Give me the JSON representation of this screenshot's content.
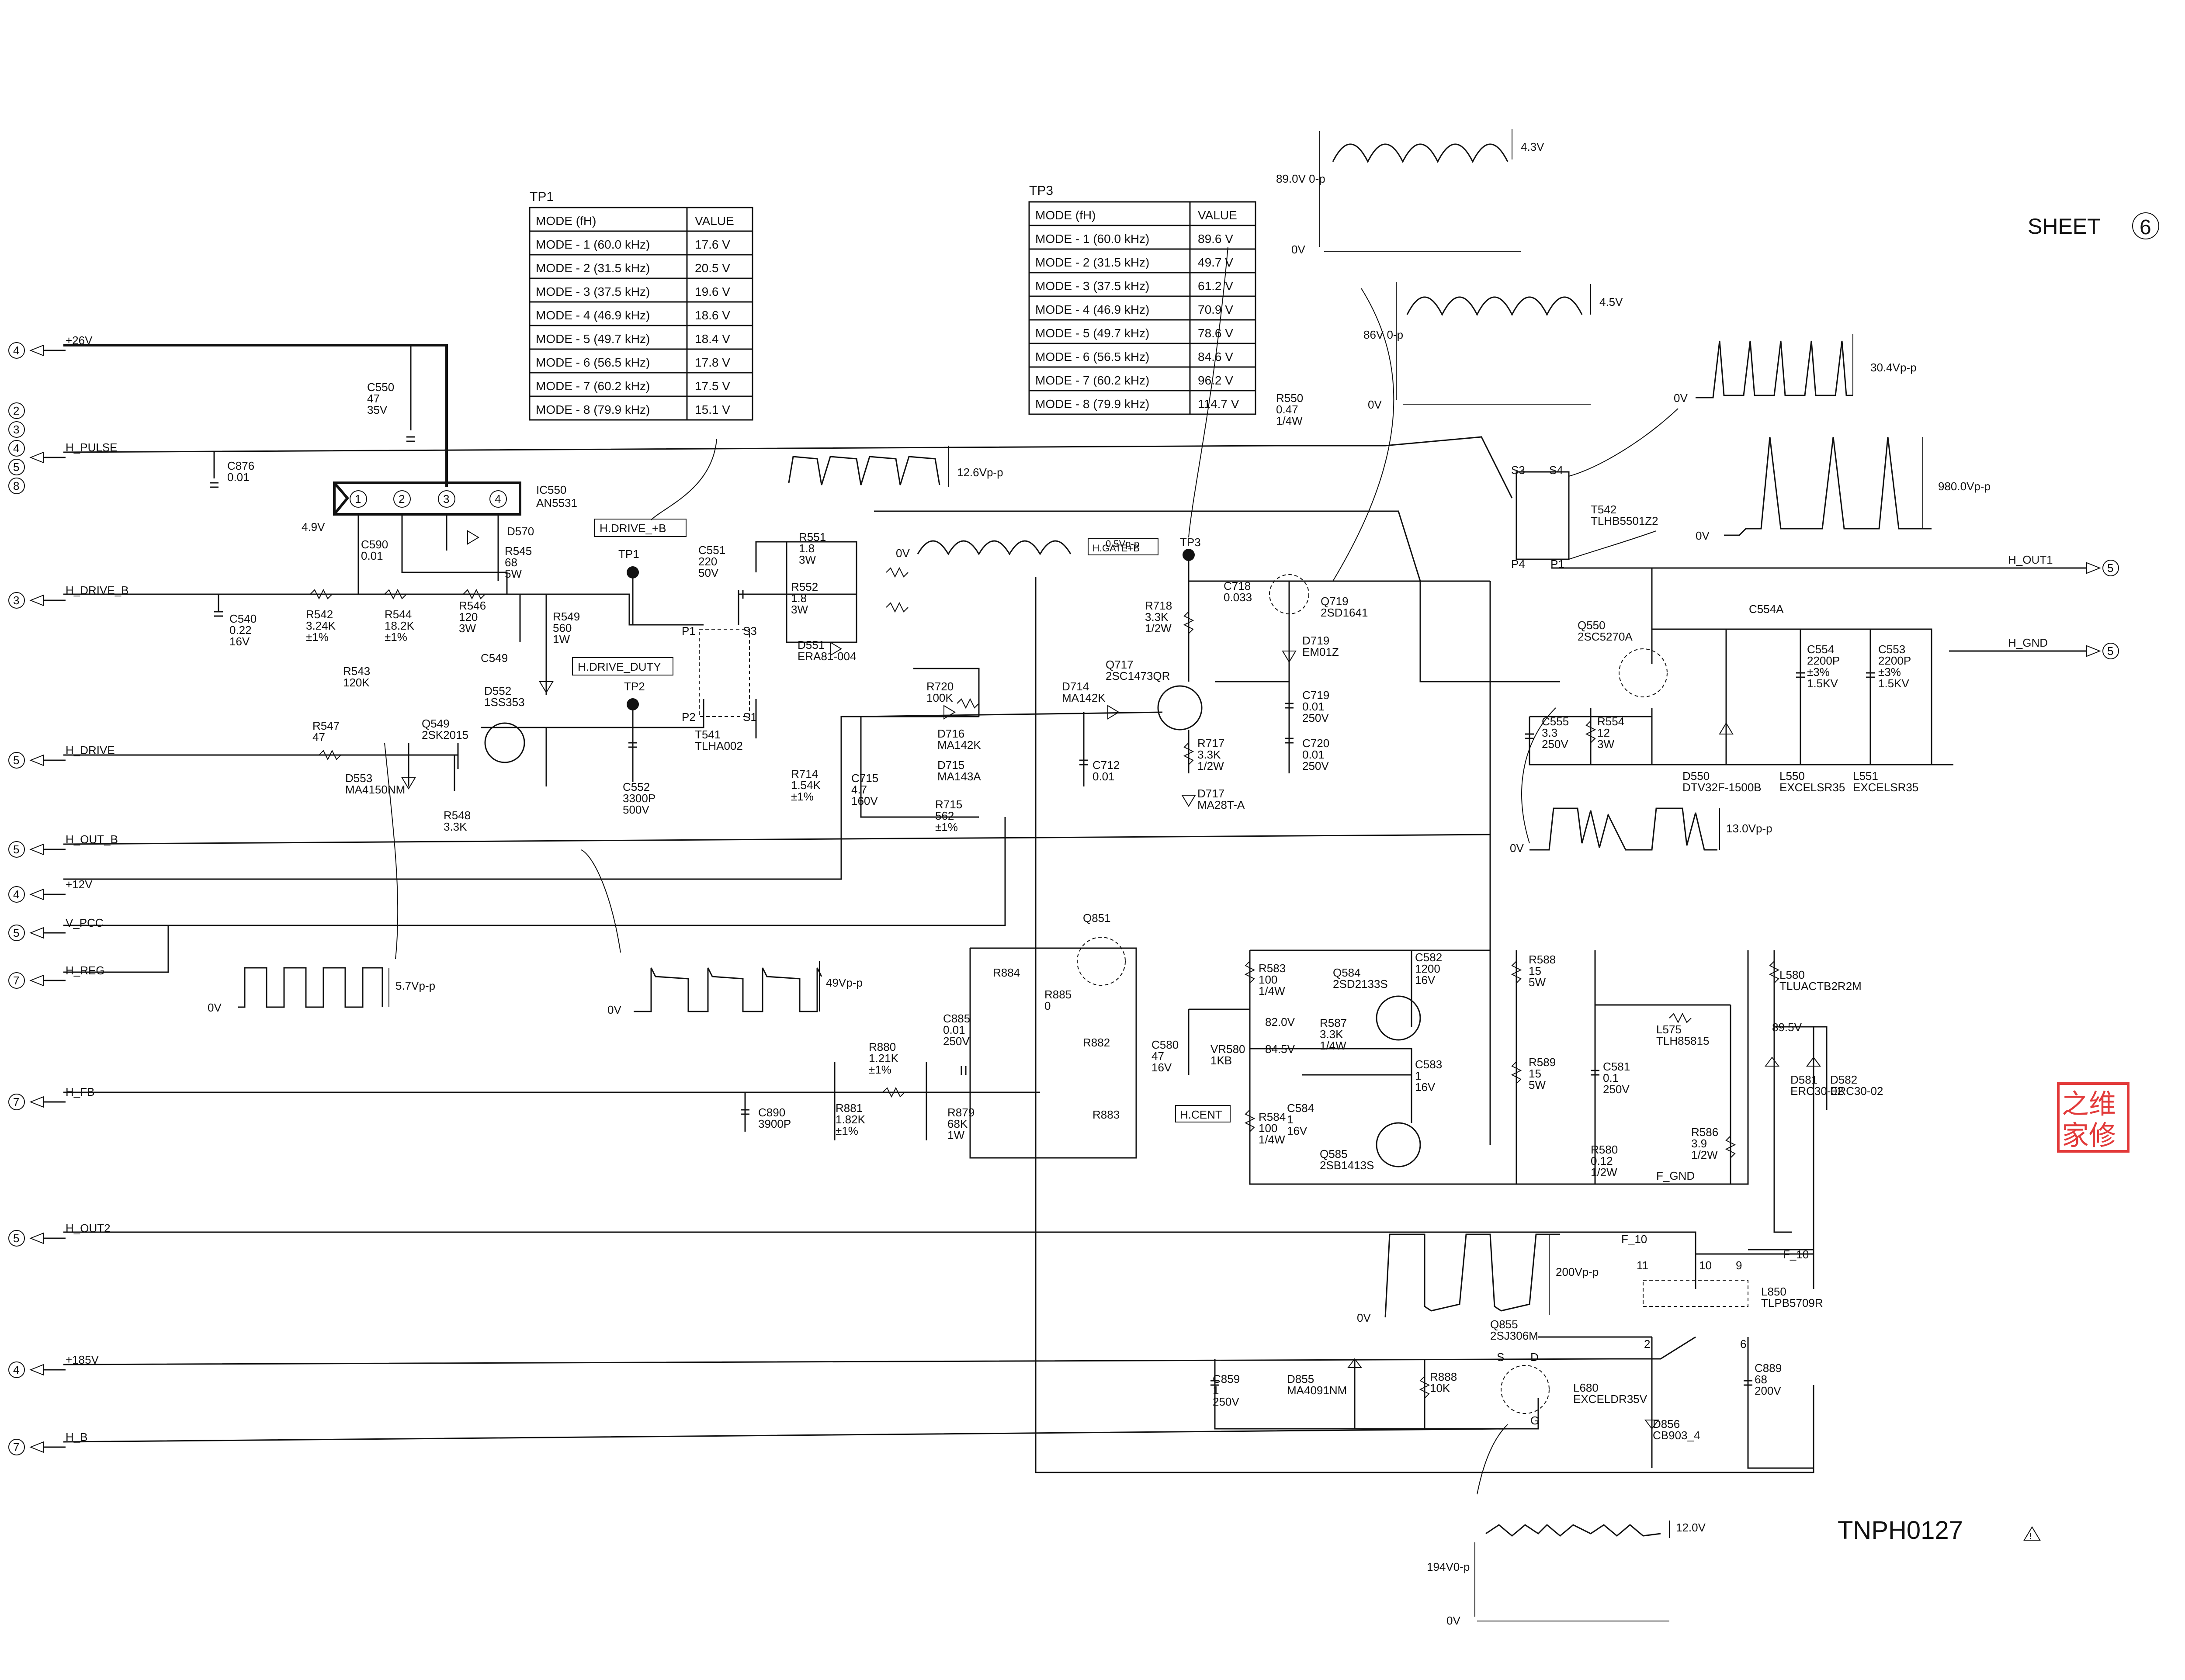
{
  "sheet": {
    "label": "SHEET",
    "number": "6"
  },
  "doc_code": "TNPH0127",
  "watermark": {
    "line1": "之维",
    "line2": "家修"
  },
  "tables": {
    "tp1": {
      "title": "TP1",
      "header": [
        "MODE (fH)",
        "VALUE"
      ],
      "rows": [
        [
          "MODE - 1 (60.0 kHz)",
          "17.6 V"
        ],
        [
          "MODE - 2 (31.5 kHz)",
          "20.5 V"
        ],
        [
          "MODE - 3 (37.5 kHz)",
          "19.6 V"
        ],
        [
          "MODE - 4 (46.9 kHz)",
          "18.6 V"
        ],
        [
          "MODE - 5 (49.7 kHz)",
          "18.4 V"
        ],
        [
          "MODE - 6 (56.5 kHz)",
          "17.8 V"
        ],
        [
          "MODE - 7 (60.2 kHz)",
          "17.5 V"
        ],
        [
          "MODE - 8 (79.9 kHz)",
          "15.1 V"
        ]
      ]
    },
    "tp3": {
      "title": "TP3",
      "header": [
        "MODE (fH)",
        "VALUE"
      ],
      "rows": [
        [
          "MODE - 1 (60.0 kHz)",
          "89.6 V"
        ],
        [
          "MODE - 2 (31.5 kHz)",
          "49.7 V"
        ],
        [
          "MODE - 3 (37.5 kHz)",
          "61.2 V"
        ],
        [
          "MODE - 4 (46.9 kHz)",
          "70.9 V"
        ],
        [
          "MODE - 5 (49.7 kHz)",
          "78.6 V"
        ],
        [
          "MODE - 6 (56.5 kHz)",
          "84.6 V"
        ],
        [
          "MODE - 7 (60.2 kHz)",
          "96.2 V"
        ],
        [
          "MODE - 8 (79.9 kHz)",
          "114.7 V"
        ]
      ]
    }
  },
  "connectors_left": [
    {
      "num": "4",
      "name": "+26V"
    },
    {
      "num": "2\n3\n4\n5\n8",
      "name": "H_PULSE"
    },
    {
      "num": "3",
      "name": "H_DRIVE_B"
    },
    {
      "num": "5",
      "name": "H_DRIVE"
    },
    {
      "num": "5",
      "name": "H_OUT_B"
    },
    {
      "num": "4",
      "name": "+12V"
    },
    {
      "num": "5",
      "name": "V_PCC"
    },
    {
      "num": "7",
      "name": "H_REG"
    },
    {
      "num": "7",
      "name": "H_FB"
    },
    {
      "num": "5",
      "name": "H_OUT2"
    },
    {
      "num": "4",
      "name": "+185V"
    },
    {
      "num": "7",
      "name": "H_B"
    }
  ],
  "connectors_right": [
    {
      "num": "5",
      "name": "H_OUT1"
    },
    {
      "num": "5",
      "name": "H_GND"
    }
  ],
  "test_points": {
    "tp1": "TP1",
    "tp1_tag": "H.DRIVE_+B",
    "tp2": "TP2",
    "tp2_tag": "H.DRIVE_DUTY",
    "tp3": "TP3",
    "tp3_tag": "H.GATE+B",
    "hcent": "H.CENT",
    "fgnd": "F_GND",
    "f10a": "F_10",
    "f10b": "F_10"
  },
  "waveforms": {
    "w1": {
      "amp": "5.7Vp-p",
      "zero": "0V"
    },
    "w2": {
      "amp": "49Vp-p",
      "zero": "0V"
    },
    "w3": {
      "amp": "12.6Vp-p"
    },
    "w4": {
      "zero": "0V",
      "amp": "0.5Vp-p"
    },
    "w5": {
      "amp": "4.3V",
      "dc": "89.0V\n0-p",
      "zero": "0V"
    },
    "w6": {
      "amp": "4.5V",
      "dc": "86V\n0-p",
      "zero": "0V"
    },
    "w7": {
      "amp": "30.4Vp-p",
      "zero": "0V"
    },
    "w8": {
      "amp": "980.0Vp-p",
      "zero": "0V"
    },
    "w9": {
      "amp": "13.0Vp-p",
      "zero": "0V"
    },
    "w10": {
      "amp": "200Vp-p",
      "zero": "0V"
    },
    "w11": {
      "amp": "12.0V",
      "dc": "194V0-p",
      "zero": "0V"
    }
  },
  "ic": {
    "name": "IC550",
    "part": "AN5531",
    "pins": [
      "1",
      "2",
      "3",
      "4"
    ],
    "vin": "4.9V"
  },
  "components": [
    "C550\n47\n35V",
    "C876\n0.01",
    "C590\n0.01",
    "R545\n68\n5W",
    "D570",
    "R546\n120\n3W",
    "R542\n3.24K\n±1%",
    "R544\n18.2K\n±1%",
    "R543\n120K",
    "C540\n0.22\n16V",
    "R549\n560\n1W",
    "C549",
    "D552\n1SS353",
    "Q549\n2SK2015",
    "R547\n47",
    "D553\nMA4150NM",
    "R548\n3.3K",
    "C551\n220\n50V",
    "T541\nTLHA002",
    "C552\n3300P\n500V",
    "R551\n1.8\n3W",
    "R552\n1.8\n3W",
    "D551\nERA81-004",
    "R720\n100K",
    "D716\nMA142K",
    "D715\nMA143A",
    "R714\n1.54K\n±1%",
    "C715\n4.7\n160V",
    "R715\n562\n±1%",
    "D714\nMA142K",
    "C712\n0.01",
    "Q717\n2SC1473QR",
    "R718\n3.3K\n1/2W",
    "C718\n0.033",
    "R717\n3.3K\n1/2W",
    "D717\nMA28T-A",
    "Q719\n2SD1641",
    "D719\nEM01Z",
    "C719\n0.01\n250V",
    "C720\n0.01\n250V",
    "R550\n0.47\n1/4W",
    "T542\nTLHB5501Z2",
    "Q550\n2SC5270A",
    "C554A",
    "C554\n2200P\n±3%\n1.5KV",
    "C553\n2200P\n±3%\n1.5KV",
    "C555\n3.3\n250V",
    "R554\n12\n3W",
    "D550\nDTV32F-1500B",
    "L550\nEXCELSR35",
    "L551\nEXCELSR35",
    "Q851",
    "R884",
    "R885\n0",
    "R882",
    "R883",
    "C885\n0.01\n250V",
    "R880\n1.21K\n±1%",
    "R881\n1.82K\n±1%",
    "C890\n3900P",
    "R879\n68K\n1W",
    "R583\n100\n1/4W",
    "Q584\n2SD2133S",
    "C582\n1200\n16V",
    "R588\n15\n5W",
    "L580\nTLUACTB2R2M",
    "C580\n47\n16V",
    "VR580\n1KB",
    "R587\n3.3K\n1/4W",
    "C583\n1\n16V",
    "C584\n1\n16V",
    "R584\n100\n1/4W",
    "Q585\n2SB1413S",
    "R589\n15\n5W",
    "C581\n0.1\n250V",
    "L575\nTLH85815",
    "R580\n0.12\n1/2W",
    "R586\n3.9\n1/2W",
    "D581\nERC30-02",
    "D582\nERC30-02",
    "L850\nTLPB5709R",
    "Q855\n2SJ306M",
    "C859\n1\n250V",
    "D855\nMA4091NM",
    "R888\n10K",
    "L680\nEXCELDR35V",
    "D856\nCB903_4",
    "C889\n68\n200V"
  ],
  "voltages": {
    "v820": "82.0V",
    "v845": "84.5V",
    "v895": "89.5V"
  },
  "pins": {
    "s3": "S3",
    "s4": "S4",
    "p4": "P4",
    "p1": "P1",
    "p1t": "P1",
    "s3t": "S3",
    "p2t": "P2",
    "s1t": "S1",
    "n11": "11",
    "n10": "10",
    "n9": "9",
    "n2": "2",
    "n6": "6",
    "qs": "S",
    "qd": "D",
    "qg": "G"
  }
}
